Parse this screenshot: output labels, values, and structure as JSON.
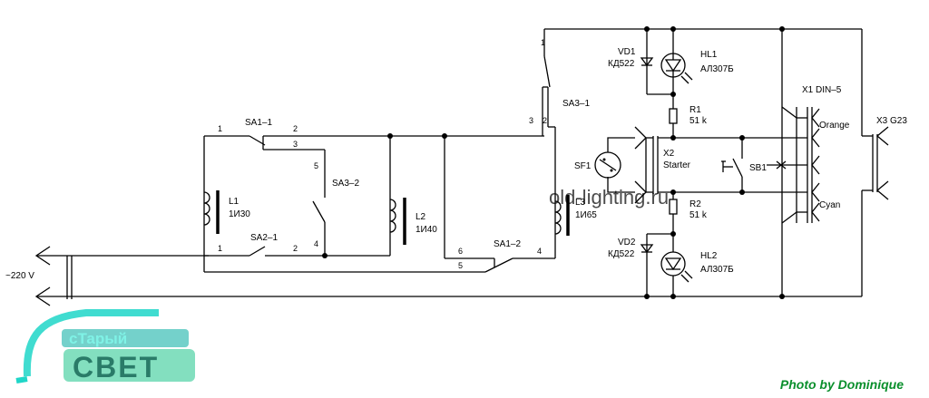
{
  "components": {
    "sa1_1": "SA1–1",
    "sa1_2": "SA1–2",
    "sa2_1": "SA2–1",
    "sa3_1": "SA3–1",
    "sa3_2": "SA3–2",
    "l1": "L1",
    "l1_type": "1И30",
    "l2": "L2",
    "l2_type": "1И40",
    "l3": "L3",
    "l3_type": "1И65",
    "vd1": "VD1",
    "vd1_type": "КД522",
    "vd2": "VD2",
    "vd2_type": "КД522",
    "hl1": "HL1",
    "hl1_type": "АЛ307Б",
    "hl2": "HL2",
    "hl2_type": "АЛ307Б",
    "r1": "R1",
    "r1_value": "51 k",
    "r2": "R2",
    "r2_value": "51 k",
    "sf1": "SF1",
    "sb1": "SB1",
    "x1": "X1 DIN–5",
    "x2": "X2",
    "x2_sub": "Starter",
    "x3": "X3 G23",
    "orange": "Orange",
    "cyan": "Cyan",
    "mains": "~220 V"
  },
  "pins": {
    "p1a": "1",
    "p2a": "2",
    "p3a": "3",
    "p5a": "5",
    "p4a": "4",
    "p1b": "1",
    "p2b": "2",
    "p6": "6",
    "p5b": "5",
    "p4b": "4",
    "p1c": "1",
    "p3c": "3",
    "p2c": "2"
  },
  "logo": {
    "line1": "сТарый",
    "line2": "СВЕТ"
  },
  "watermark": "old-lighting.ru",
  "credit": "Photo by Dominique"
}
